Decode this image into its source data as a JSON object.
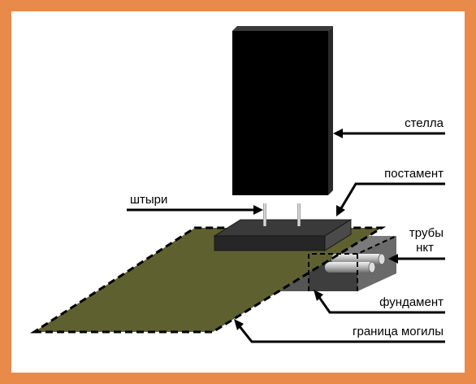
{
  "labels": {
    "stela": "стелла",
    "pedestal": "постамент",
    "pins": "штыри",
    "pipes_line1": "трубы",
    "pipes_line2": "нкт",
    "foundation": "фундамент",
    "grave_border": "граница могилы"
  },
  "colors": {
    "frame": "#E88A4A",
    "background": "#FFFFFF",
    "stela": "#000000",
    "pedestal": "#2B2B2B",
    "grave_area": "#5F6030",
    "foundation": "#4A4A4A",
    "pipes": "#BFBFBF",
    "leader": "#000000"
  }
}
